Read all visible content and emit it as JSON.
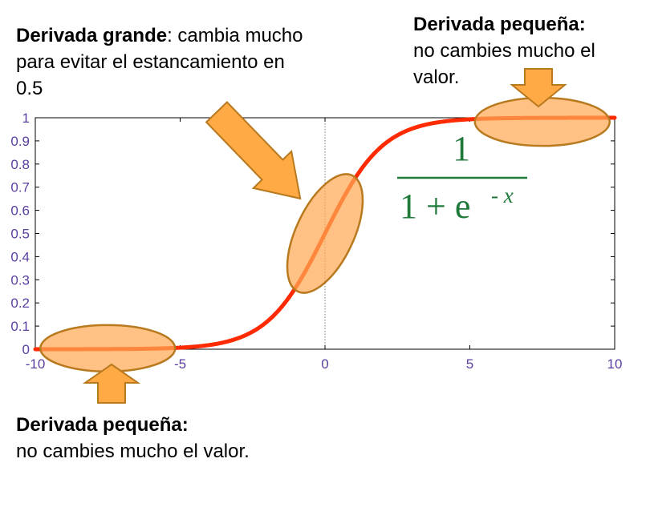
{
  "chart_data": {
    "type": "line",
    "title": "",
    "xlabel": "",
    "ylabel": "",
    "xlim": [
      -10,
      10
    ],
    "ylim": [
      0,
      1
    ],
    "x_ticks": [
      "-10",
      "-5",
      "0",
      "5",
      "10"
    ],
    "y_ticks": [
      "0",
      "0.1",
      "0.2",
      "0.3",
      "0.4",
      "0.5",
      "0.6",
      "0.7",
      "0.8",
      "0.9",
      "1"
    ],
    "series": [
      {
        "x": [
          -10,
          -8,
          -6,
          -5,
          -4,
          -3,
          -2,
          -1,
          0,
          1,
          2,
          3,
          4,
          5,
          6,
          8,
          10
        ],
        "y": [
          4.54e-05,
          0.000335,
          0.00247,
          0.00669,
          0.018,
          0.0474,
          0.119,
          0.269,
          0.5,
          0.731,
          0.881,
          0.953,
          0.982,
          0.9933,
          0.9975,
          0.99966,
          0.99995
        ],
        "color": "#ff2a00"
      }
    ],
    "formula": {
      "numerator": "1",
      "denominator_base": "1 + e",
      "exponent": "- x",
      "color": "#1f7a3a"
    },
    "grid": false,
    "axis_label_color": "#5b3fa0",
    "highlight_color": "#ffaa55"
  },
  "annotations": {
    "top_left": {
      "bold": "Derivada grande",
      "text": ": cambia mucho para evitar el estancamiento en 0.5"
    },
    "top_right": {
      "bold": "Derivada pequeña:",
      "text": "no cambies mucho el valor."
    },
    "bottom_left": {
      "bold": "Derivada pequeña:",
      "text": "no cambies mucho el valor."
    }
  }
}
